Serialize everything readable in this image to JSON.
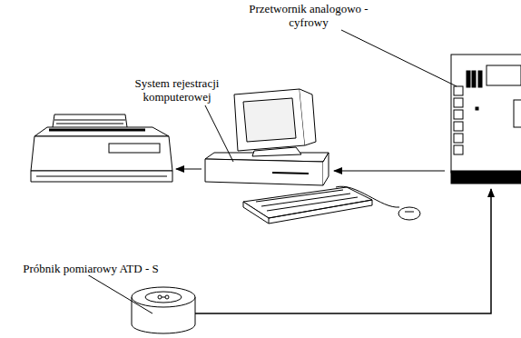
{
  "diagram": {
    "labels": [
      "Przetwornik analogowo - cyfrowy",
      "System rejestracji komputerowej",
      "Próbnik pomiarowy ATD - S"
    ]
  }
}
